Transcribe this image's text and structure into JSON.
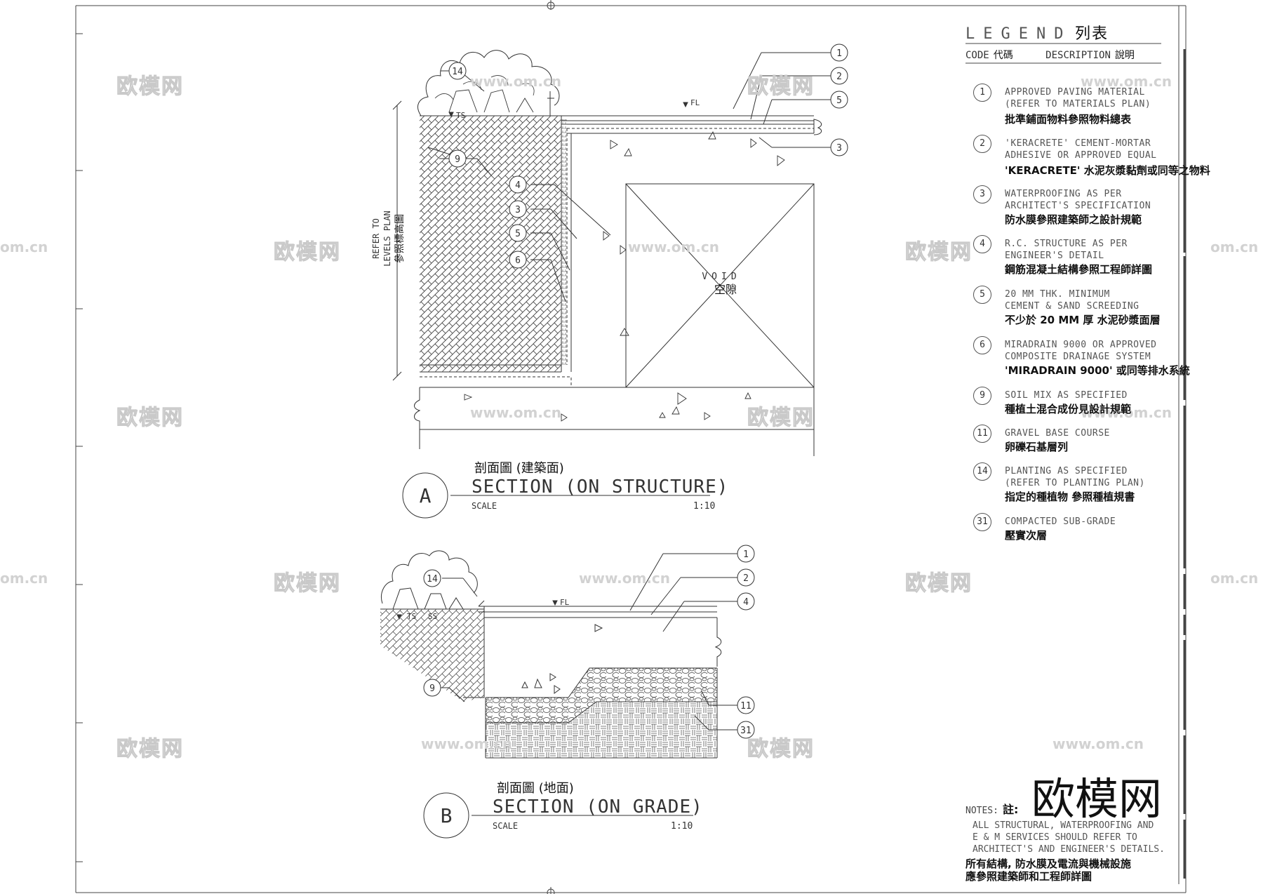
{
  "legend": {
    "title_en": "LEGEND",
    "title_zh": "列表",
    "code_label": "CODE",
    "code_zh": "代碼",
    "desc_label": "DESCRIPTION",
    "desc_zh": "說明",
    "items": [
      {
        "code": "1",
        "en": "APPROVED PAVING MATERIAL\n(REFER TO MATERIALS PLAN)",
        "zh": "批準鋪面物料參照物料總表"
      },
      {
        "code": "2",
        "en": "'KERACRETE' CEMENT-MORTAR\nADHESIVE OR APPROVED EQUAL",
        "zh": "'KERACRETE'   水泥灰漿黏劑或同等之物料"
      },
      {
        "code": "3",
        "en": "WATERPROOFING AS PER\nARCHITECT'S SPECIFICATION",
        "zh": "防水膜參照建築師之設計規範"
      },
      {
        "code": "4",
        "en": "R.C. STRUCTURE AS PER\nENGINEER'S DETAIL",
        "zh": "鋼筋混凝土結構參照工程師詳圖"
      },
      {
        "code": "5",
        "en": "20 MM THK. MINIMUM\nCEMENT & SAND SCREEDING",
        "zh": "不少於 20 MM  厚 水泥砂漿面層"
      },
      {
        "code": "6",
        "en": "MIRADRAIN 9000 OR APPROVED\nCOMPOSITE DRAINAGE SYSTEM",
        "zh": "'MIRADRAIN 9000'    或同等排水系統"
      },
      {
        "code": "9",
        "en": "SOIL MIX AS SPECIFIED",
        "zh": "種植土混合成份見設計規範"
      },
      {
        "code": "11",
        "en": "GRAVEL BASE COURSE",
        "zh": "卵礫石基層列"
      },
      {
        "code": "14",
        "en": "PLANTING AS SPECIFIED\n(REFER TO PLANTING PLAN)",
        "zh": "指定的種植物 參照種植規書"
      },
      {
        "code": "31",
        "en": "COMPACTED SUB-GRADE",
        "zh": "壓實次層"
      }
    ]
  },
  "notes": {
    "label": "NOTES:",
    "label_zh": "註:",
    "en": "ALL STRUCTURAL, WATERPROOFING AND\nE & M SERVICES SHOULD REFER TO\nARCHITECT'S AND ENGINEER'S DETAILS.",
    "zh": "所有結構, 防水膜及電流與機械設施\n應參照建築師和工程師詳圖"
  },
  "section_a": {
    "id": "A",
    "title_zh": "剖面圖 (建築面)",
    "title_en": "SECTION (ON STRUCTURE)",
    "scale_label": "SCALE",
    "scale": "1:10",
    "void_en": "VOID",
    "void_zh": "空隙",
    "fl": "FL",
    "ts": "TS",
    "ref_en_1": "REFER TO",
    "ref_en_2": "LEVELS PLAN",
    "ref_zh": "參照標高圖",
    "callouts": [
      "1",
      "2",
      "5",
      "3",
      "14",
      "9",
      "4",
      "3",
      "5",
      "6"
    ]
  },
  "section_b": {
    "id": "B",
    "title_zh": "剖面圖 (地面)",
    "title_en": "SECTION (ON GRADE)",
    "scale_label": "SCALE",
    "scale": "1:10",
    "fl": "FL",
    "ts": "TS",
    "ss": "SS",
    "callouts": [
      "1",
      "2",
      "4",
      "14",
      "9",
      "11",
      "31"
    ]
  },
  "watermark": {
    "brand": "欧模网",
    "url": "www.om.cn",
    "partial": "om.cn"
  },
  "colors": {
    "line": "#333333",
    "hatch": "#555555",
    "watermark": "#cccccc"
  }
}
